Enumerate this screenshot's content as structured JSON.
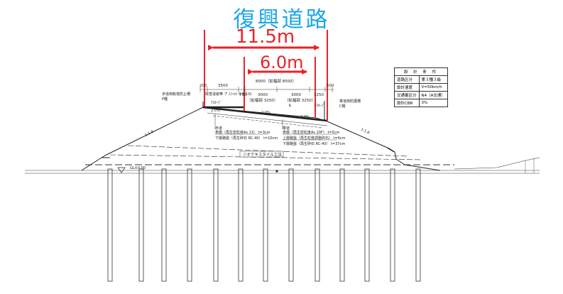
{
  "title": "復興道路",
  "dimensions": {
    "overall": "11.5m",
    "carriageway": "6.0m"
  },
  "top_dims": [
    "200",
    "3500",
    "8000（拡幅部 8500）",
    "750",
    "3000",
    "3000",
    "1250",
    "500"
  ],
  "sub_dims": [
    "（拡幅部 3250）",
    "（拡幅部 3250）"
  ],
  "labels": {
    "left_fence": "歩道用転落防止柵",
    "left_fence_type": "P種",
    "snow_width": "除雪退避帯 ア ｽﾌｧﾙﾄ 0.5(10)",
    "left_slope_label": "ｱｽｶｰﾌﾞ",
    "right_slope_label": "ｱｽｶｰﾌﾞ",
    "right_rail": "車道用防護柵",
    "right_rail_type": "C種",
    "cross_slope_1": "2.0%",
    "cross_slope_2": "2.0%",
    "cross_slope_3": "2.0%",
    "center": "℄",
    "left_grade": "1:1.8",
    "right_grade": "1:1.8",
    "mat_label": "ジオテキスタイル工法",
    "ground": "GL±0.00"
  },
  "sidewalk_pavement": {
    "heading": "歩道",
    "rows": [
      "表層（再生密粒度As 13） t=3cm",
      "下層路盤（再生砕石 RC-40） t=10cm"
    ]
  },
  "road_pavement": {
    "heading": "車道",
    "rows": [
      "表層（再生密粒度As 20F） t=5cm",
      "上層路盤（再生粒度調整砕石） t=6cm",
      "下層路盤（再生砕石 RC-40） t=37cm"
    ]
  },
  "design_conditions": {
    "heading": "設 計 条 件",
    "rows": [
      [
        "道路区分",
        "第３種３級"
      ],
      [
        "設計速度",
        "V=50km/h"
      ],
      [
        "交通量区分",
        "N4（A交通）"
      ],
      [
        "設計CBR",
        "3%"
      ]
    ]
  },
  "colors": {
    "title": "#1aa7e8",
    "dimension": "#e8232a",
    "linework": "#222222"
  }
}
